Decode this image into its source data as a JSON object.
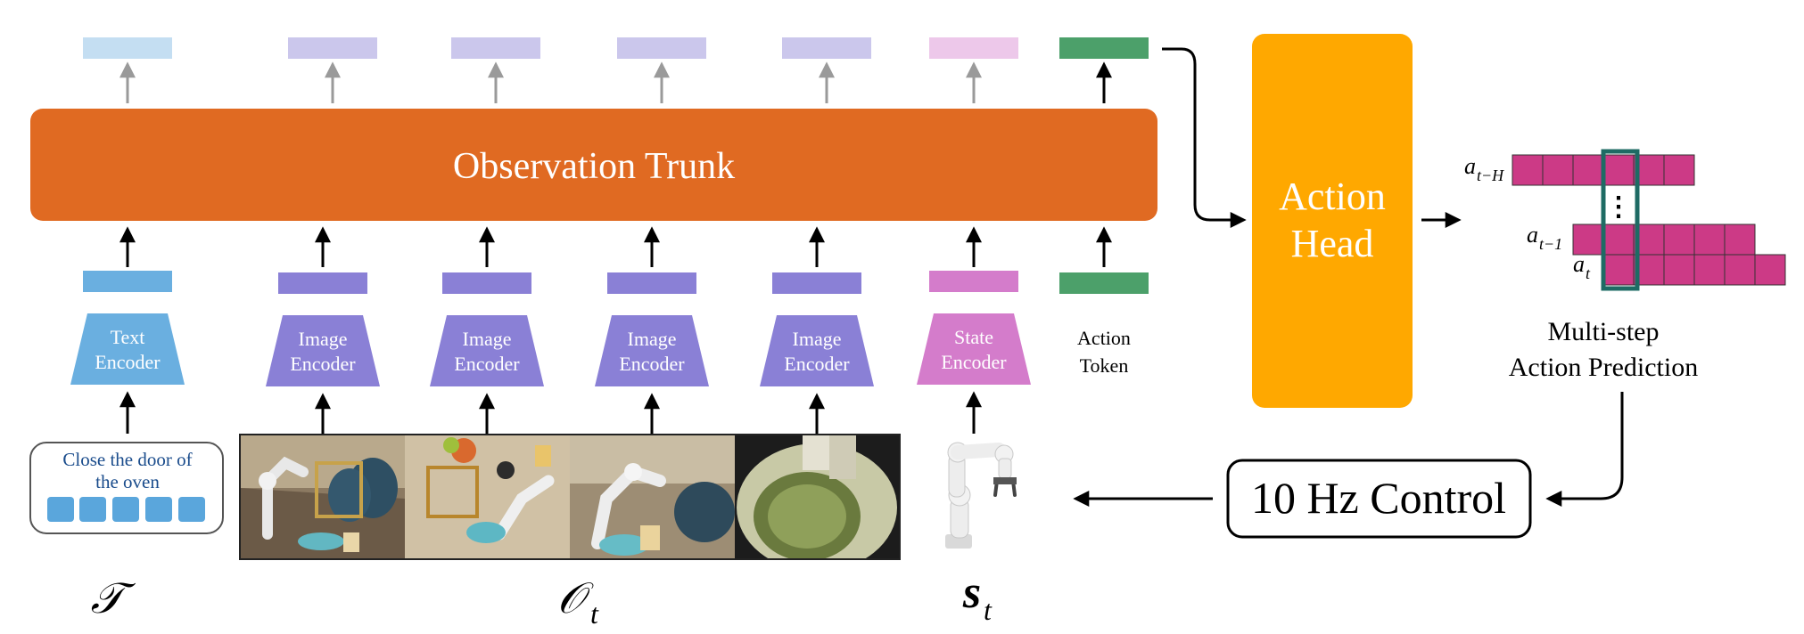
{
  "colors": {
    "trunk": "#E06A22",
    "action_head": "#FFA800",
    "text_token": "#6AAFE0",
    "text_token_out": "#C4DEF2",
    "image_token": "#8A80D6",
    "image_token_out": "#CBC7EC",
    "state_token": "#D47CCB",
    "state_token_out": "#EDC8EA",
    "action_token": "#4CA06A",
    "pred_cell": "#CC3A86",
    "highlight": "#1E6B64",
    "arrow_dark": "#000000",
    "arrow_light": "#9A9A9A",
    "label_blue": "#1A4C8C"
  },
  "trunk": {
    "label": "Observation Trunk"
  },
  "encoders": {
    "text": {
      "line1": "Text",
      "line2": "Encoder"
    },
    "image": {
      "line1": "Image",
      "line2": "Encoder"
    },
    "state": {
      "line1": "State",
      "line2": "Encoder"
    }
  },
  "action_token_label": {
    "line1": "Action",
    "line2": "Token"
  },
  "instruction": {
    "line1": "Close the door of",
    "line2": "the oven"
  },
  "action_head": {
    "line1": "Action",
    "line2": "Head"
  },
  "prediction": {
    "label_line1": "Multi-step",
    "label_line2": "Action Prediction",
    "row_top_label": "a",
    "row_top_sub": "t−H",
    "row_mid_label": "a",
    "row_mid_sub": "t−1",
    "row_bot_label": "a",
    "row_bot_sub": "t",
    "ellipsis": "⋮"
  },
  "control": {
    "label": "10 Hz Control"
  },
  "symbols": {
    "task": "𝒯",
    "observation": "𝒪",
    "observation_sub": "t",
    "state": "s",
    "state_sub": "t"
  },
  "images": [
    {
      "name": "camera-view-1",
      "scene": "robot-arm-dish-rack"
    },
    {
      "name": "camera-view-2",
      "scene": "top-down-table"
    },
    {
      "name": "camera-view-3",
      "scene": "robot-arm-close-up"
    },
    {
      "name": "camera-view-4",
      "scene": "wrist-cam-oven"
    }
  ]
}
